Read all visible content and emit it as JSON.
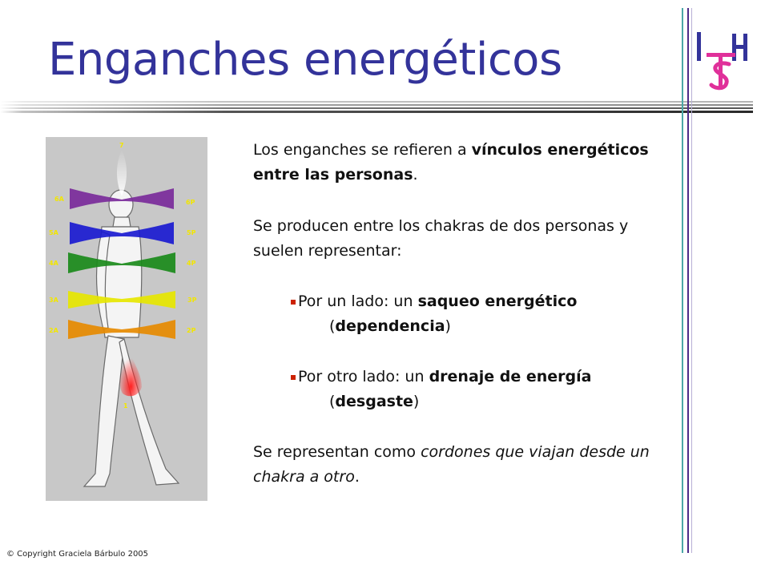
{
  "slide": {
    "title": "Enganches energéticos",
    "copyright": "© Copyright Graciela Bárbulo 2005"
  },
  "logo": {
    "letters": [
      "I",
      "H",
      "S",
      "T"
    ],
    "colors": {
      "primary": "#33339a",
      "accent": "#e0309a"
    }
  },
  "figure": {
    "labels": {
      "top": "7",
      "bottom": "1",
      "left": [
        "6A",
        "5A",
        "4A",
        "3A",
        "2A"
      ],
      "right": [
        "6P",
        "5P",
        "4P",
        "3P",
        "2P"
      ]
    },
    "band_colors": [
      "#7a2a9a",
      "#1a1ad0",
      "#1a8a1a",
      "#e6e600",
      "#e68a00"
    ],
    "root_color": "#e01010",
    "crown_color": "#f0f0f0",
    "label_color": "#f2e600"
  },
  "content": {
    "p1": {
      "a": "Los enganches se refieren a ",
      "b": "vínculos energéticos entre las personas",
      "c": "."
    },
    "p2": "Se producen entre los chakras de dos personas y suelen representar:",
    "bullet1": {
      "a": "Por un lado: un ",
      "b": "saqueo energético",
      "c_open": "(",
      "d": "dependencia",
      "c_close": ")"
    },
    "bullet2": {
      "a": "Por otro lado: un ",
      "b": "drenaje de energía",
      "c_open": "(",
      "d": "desgaste",
      "c_close": ")"
    },
    "p4": {
      "a": "Se representan como ",
      "b": "cordones que viajan desde un chakra a otro",
      "c": "."
    }
  },
  "colors": {
    "title": "#33339a",
    "bullet": "#cc2200",
    "vline_teal": "#4aa7a7",
    "vline_purple": "#4b2a88"
  }
}
